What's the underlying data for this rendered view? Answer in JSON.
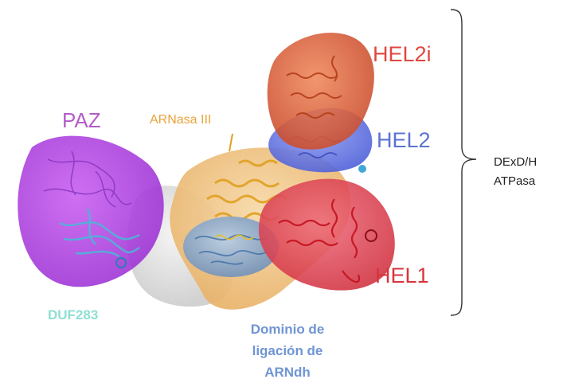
{
  "labels": {
    "paz": "PAZ",
    "rnase": "ARNasa III",
    "hel2i": "HEL2i",
    "hel2": "HEL2",
    "hel1": "HEL1",
    "duf": "DUF283",
    "domain_line1": "Dominio de",
    "domain_line2": "ligación de",
    "domain_line3": "ARNdh",
    "bracket_line1": "DExD/H",
    "bracket_line2": "ATPasa"
  },
  "colors": {
    "paz": "#b45cc9",
    "rnase": "#e8a33c",
    "hel2i": "#e0473f",
    "hel2": "#5b73d1",
    "hel1": "#d8343e",
    "duf": "#8ee0d4",
    "domain": "#6f95d4",
    "bracket": "#333333"
  }
}
